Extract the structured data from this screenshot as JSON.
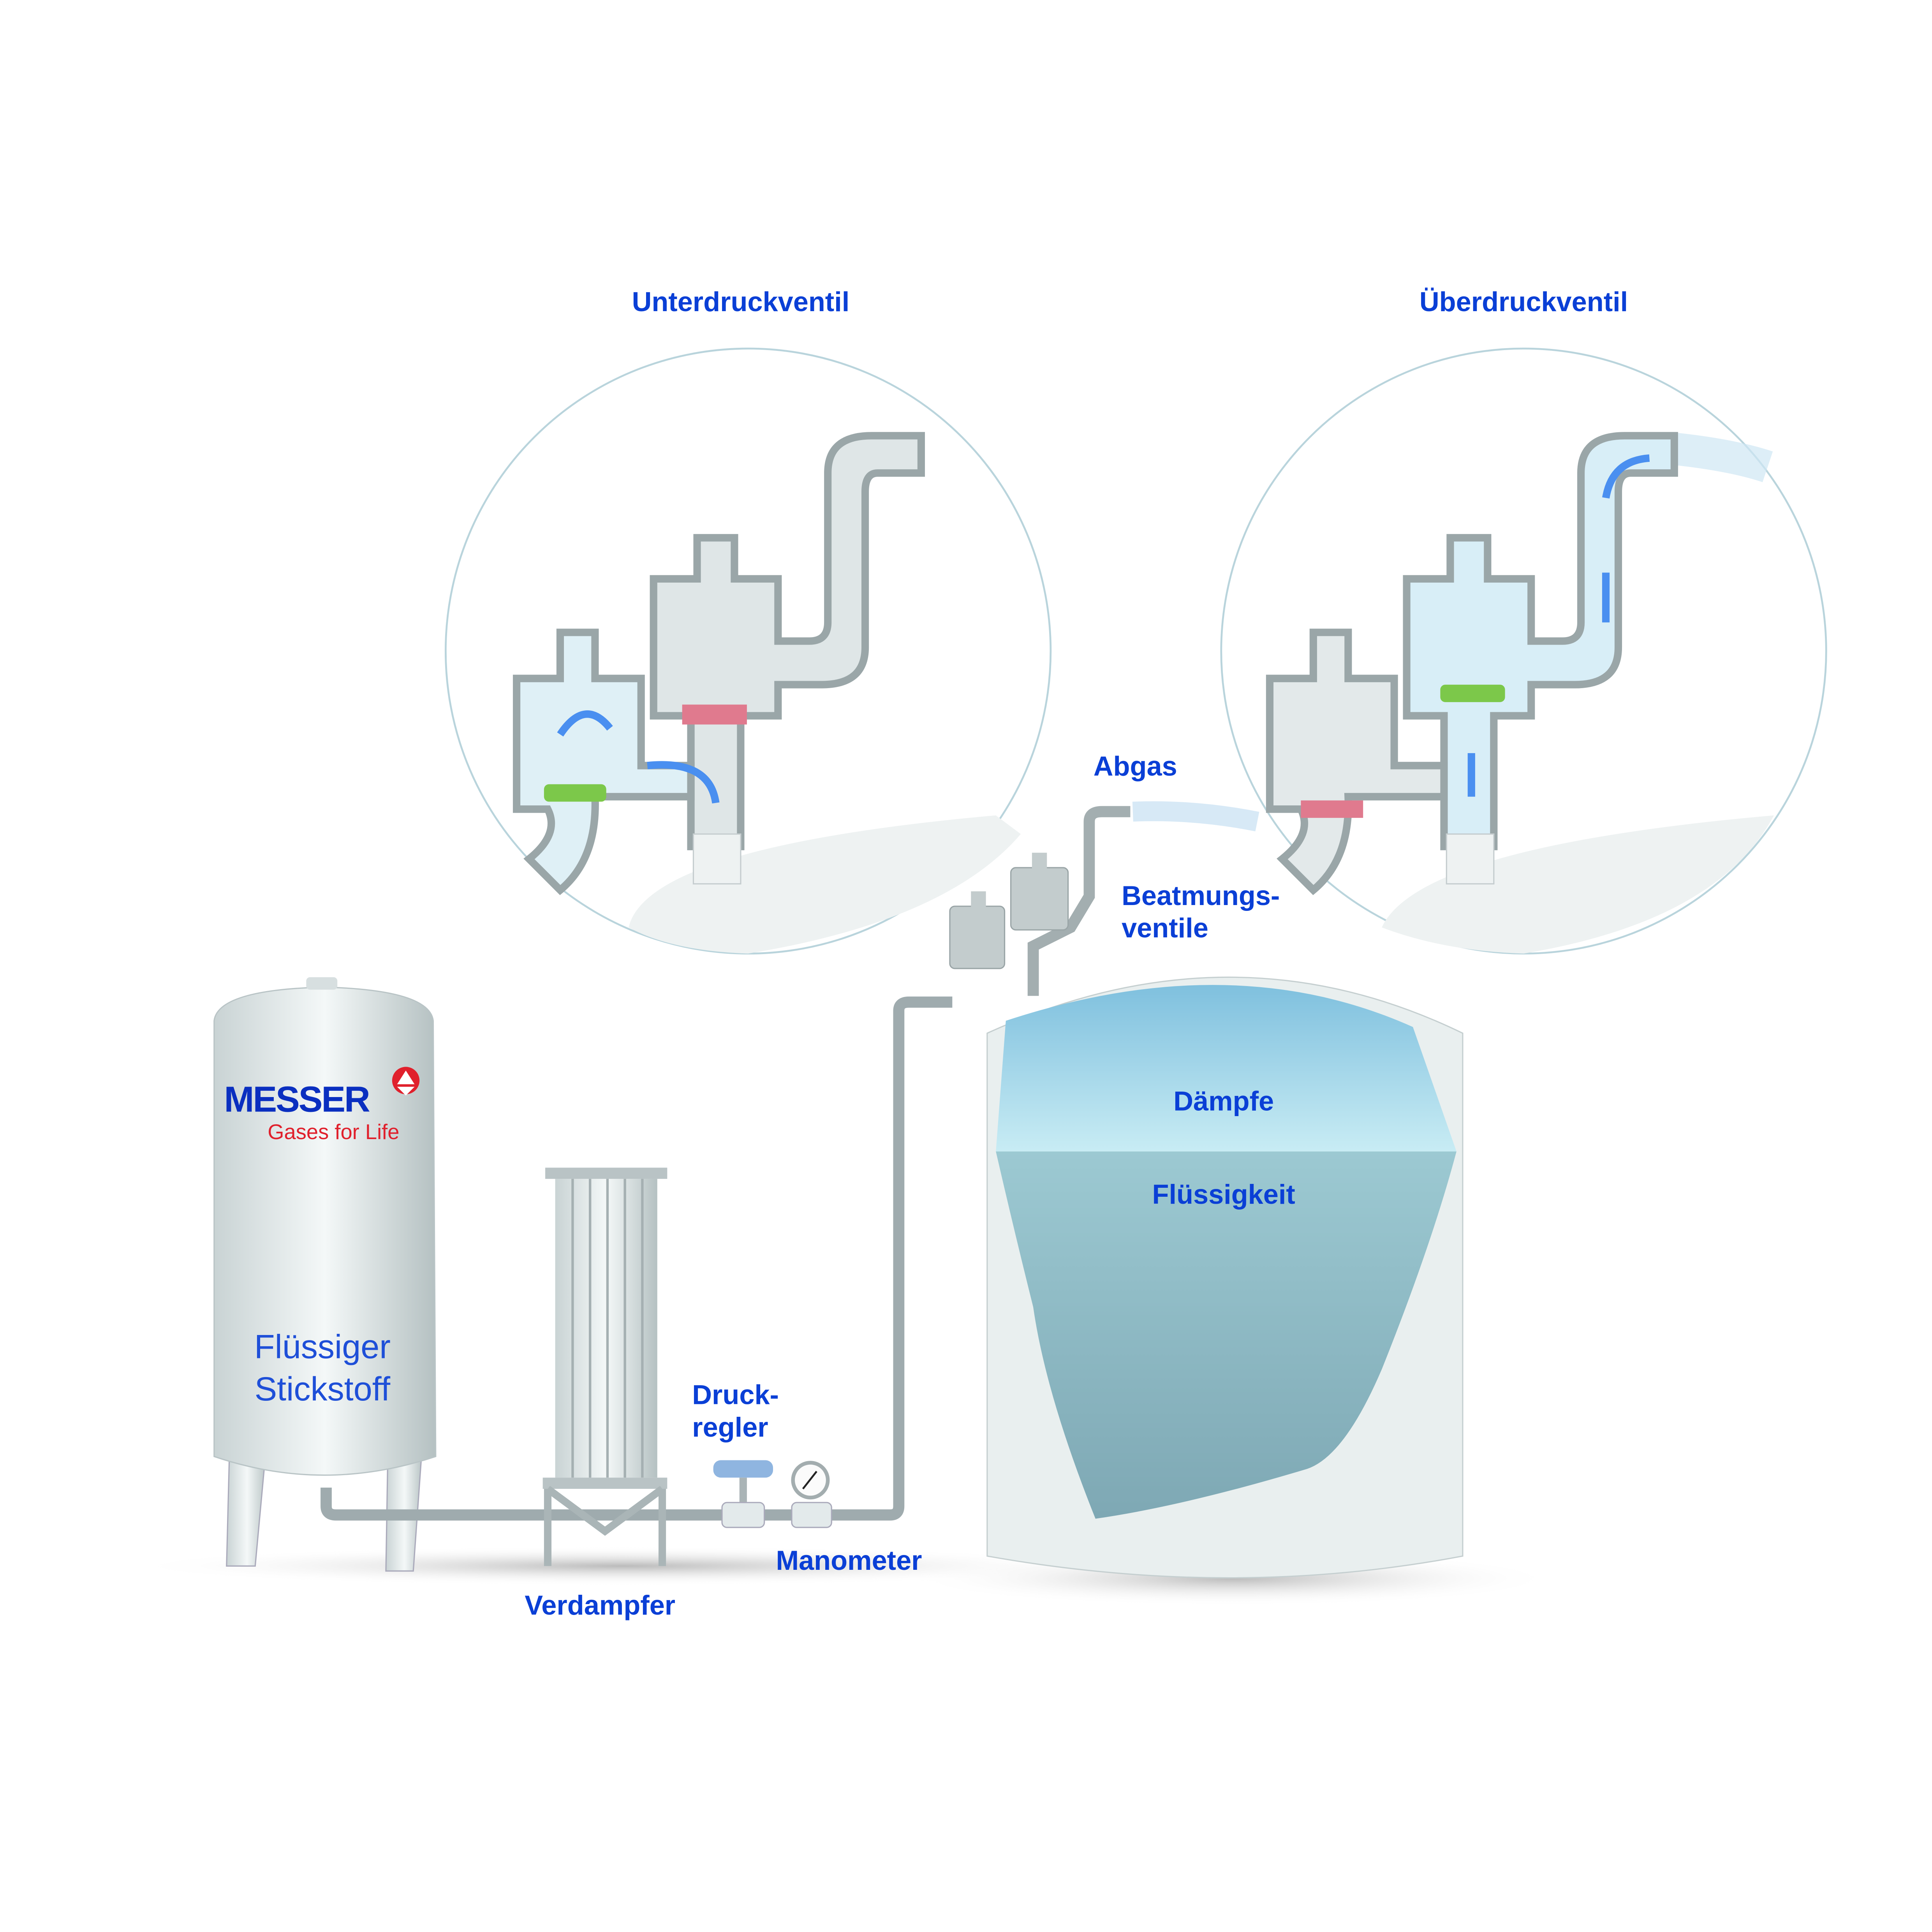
{
  "labels": {
    "vacuum_valve": "Unterdruckventil",
    "pressure_valve": "Überdruckventil",
    "exhaust": "Abgas",
    "breather_valves_line1": "Beatmungs-",
    "breather_valves_line2": "ventile",
    "vapors": "Dämpfe",
    "liquid": "Flüssigkeit",
    "nitrogen_line1": "Flüssiger",
    "nitrogen_line2": "Stickstoff",
    "regulator_line1": "Druck-",
    "regulator_line2": "regler",
    "manometer": "Manometer",
    "vaporizer": "Verdampfer"
  },
  "logo": {
    "brand": "MESSER",
    "slogan": "Gases for Life"
  },
  "colors": {
    "label": "#0a3fd6",
    "brand_blue": "#0a2fc0",
    "brand_red": "#e0202c",
    "pipe": "#a9b4b6",
    "liquid": "#8fbcc8",
    "vapor": "#a8d8ea"
  }
}
